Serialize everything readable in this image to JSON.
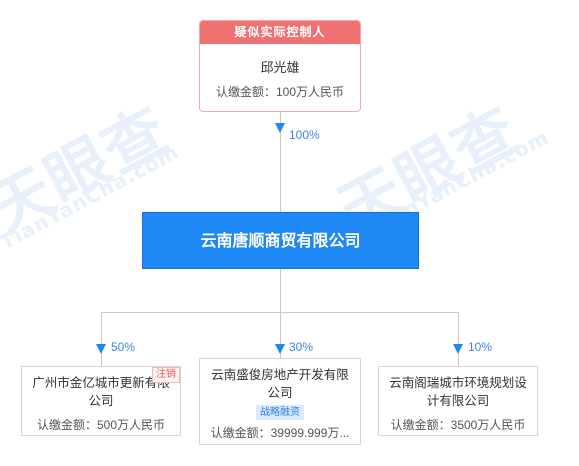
{
  "watermark": {
    "brand": "天眼查",
    "domain": "TianYanCha.com"
  },
  "controller": {
    "badge": "疑似实际控制人",
    "name": "邱光雄",
    "amount": "认缴金额：100万人民币",
    "share": "100%"
  },
  "main_company": {
    "name": "云南唐顺商贸有限公司"
  },
  "subsidiaries": [
    {
      "name_line1": "广州市金亿城市更新有限",
      "name_line2": "公司",
      "amount": "认缴金额：500万人民币",
      "share": "50%",
      "tag": "注销"
    },
    {
      "name_line1": "云南盛俊房地产开发有限",
      "name_line2": "公司",
      "amount": "认缴金额：39999.999万...",
      "share": "30%",
      "tag": "战略融资"
    },
    {
      "name_line1": "云南阁瑞城市环境规划设",
      "name_line2": "计有限公司",
      "amount": "认缴金额：3500万人民币",
      "share": "10%",
      "tag": ""
    }
  ],
  "colors": {
    "primary": "#1e88f5",
    "controller_badge": "#f07171",
    "percent_text": "#3a86e6",
    "connector": "#c9c9c9"
  }
}
